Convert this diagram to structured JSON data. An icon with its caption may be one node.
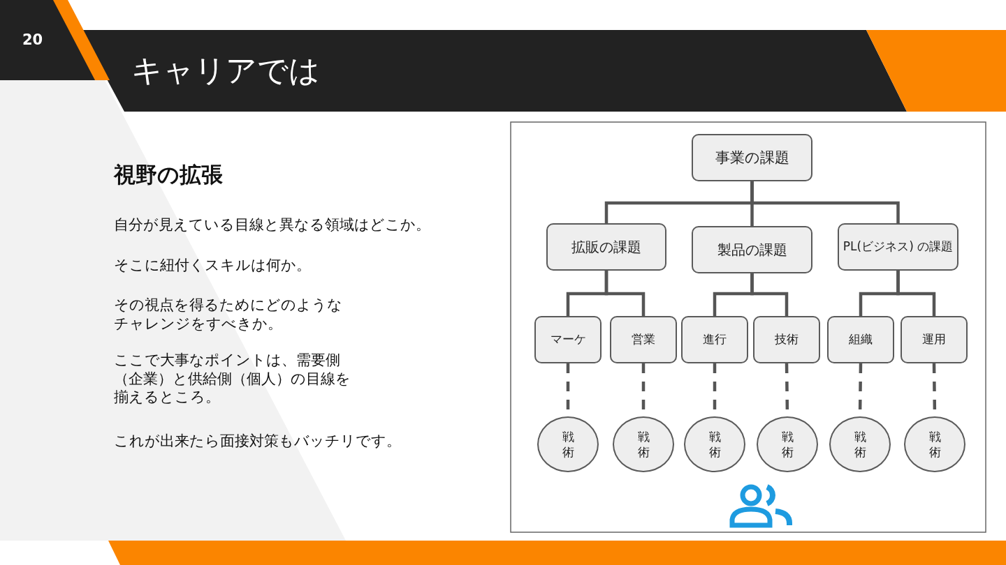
{
  "diagram": {
    "title": "キャリアでは",
    "nodes": [
      {
        "text": [
          "事業の課題"
        ]
      },
      {
        "text": [
          "拡販の課題"
        ]
      },
      {
        "text": [
          "製品の課題"
        ]
      },
      {
        "text": [
          "PL(ビジネス) の課題"
        ]
      },
      {
        "text": [
          "マーケ"
        ]
      },
      {
        "text": [
          "営業"
        ]
      },
      {
        "text": [
          "進行"
        ]
      },
      {
        "text": [
          "技術"
        ]
      },
      {
        "text": [
          "組織"
        ]
      },
      {
        "text": [
          "運用"
        ]
      },
      {
        "text": [
          "戦術"
        ]
      },
      {
        "text": [
          "戦術"
        ]
      },
      {
        "text": [
          "戦術"
        ]
      },
      {
        "text": [
          "戦術"
        ]
      },
      {
        "text": [
          "戦術"
        ]
      },
      {
        "text": [
          "戦術"
        ]
      }
    ],
    "edges": [
      {
        "from": 0,
        "to": 1,
        "arrow": "none"
      },
      {
        "from": 0,
        "to": 2,
        "arrow": "none"
      },
      {
        "from": 0,
        "to": 3,
        "arrow": "none"
      },
      {
        "from": 1,
        "to": 4,
        "arrow": "none"
      },
      {
        "from": 1,
        "to": 5,
        "arrow": "none"
      },
      {
        "from": 2,
        "to": 6,
        "arrow": "none"
      },
      {
        "from": 2,
        "to": 7,
        "arrow": "none"
      },
      {
        "from": 3,
        "to": 8,
        "arrow": "none"
      },
      {
        "from": 3,
        "to": 9,
        "arrow": "none"
      },
      {
        "from": 4,
        "to": 10,
        "arrow": "none",
        "style": "dashed"
      },
      {
        "from": 5,
        "to": 11,
        "arrow": "none",
        "style": "dashed"
      },
      {
        "from": 6,
        "to": 12,
        "arrow": "none",
        "style": "dashed"
      },
      {
        "from": 7,
        "to": 13,
        "arrow": "none",
        "style": "dashed"
      },
      {
        "from": 8,
        "to": 14,
        "arrow": "none",
        "style": "dashed"
      },
      {
        "from": 9,
        "to": 15,
        "arrow": "none",
        "style": "dashed"
      }
    ],
    "labels": [
      "20",
      "視野の拡張",
      "自分が見えている目線と異なる領域はどこか。",
      "そこに紐付くスキルは何か。",
      "その視点を得るためにどのようなチャレンジをすべきか。",
      "ここで大事なポイントは、需要側（企業）と供給側（個人）の目線を揃えるところ。",
      "これが出来たら面接対策もバッチリです。"
    ]
  }
}
